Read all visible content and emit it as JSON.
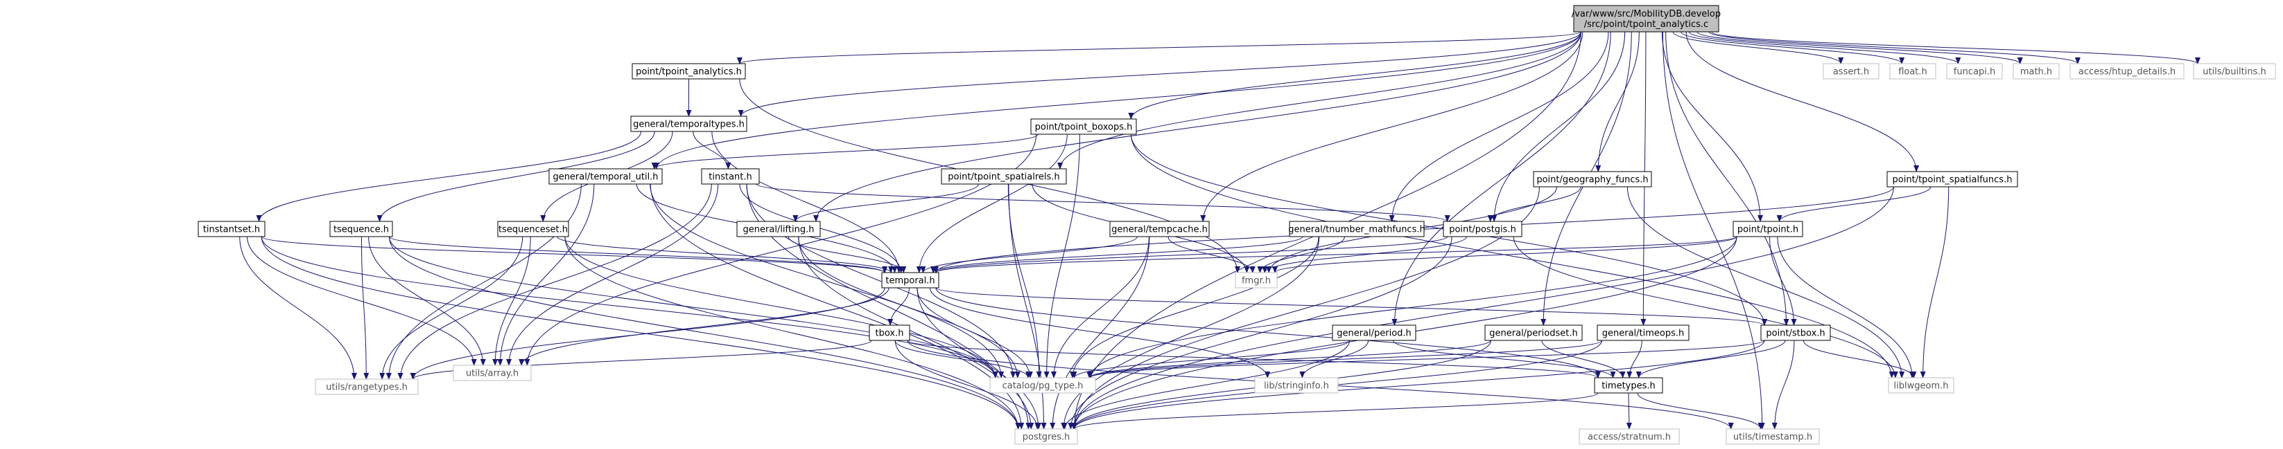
{
  "diagram": {
    "type": "include-dependency-graph",
    "root": "/var/www/src/MobilityDB.develop/src/point/tpoint_analytics.c",
    "root_lines": [
      "/var/www/src/MobilityDB.develop",
      "/src/point/tpoint_analytics.c"
    ],
    "colors": {
      "root_fill": "#bfbfbf",
      "node_fill": "#ffffff",
      "node_stroke": "#000000",
      "external_stroke": "#bfbfbf",
      "external_text": "#555555",
      "edge": "#191970"
    },
    "nodes": [
      {
        "id": "root",
        "label": "",
        "kind": "root"
      },
      {
        "id": "tpoint_analytics_h",
        "label": "point/tpoint_analytics.h",
        "kind": "local"
      },
      {
        "id": "temporaltypes_h",
        "label": "general/temporaltypes.h",
        "kind": "local"
      },
      {
        "id": "tpoint_boxops_h",
        "label": "point/tpoint_boxops.h",
        "kind": "local"
      },
      {
        "id": "temporal_util_h",
        "label": "general/temporal_util.h",
        "kind": "local"
      },
      {
        "id": "tinstant_h",
        "label": "tinstant.h",
        "kind": "local"
      },
      {
        "id": "tpoint_spatialrels_h",
        "label": "point/tpoint_spatialrels.h",
        "kind": "local"
      },
      {
        "id": "geography_funcs_h",
        "label": "point/geography_funcs.h",
        "kind": "local"
      },
      {
        "id": "tpoint_spatialfuncs_h",
        "label": "point/tpoint_spatialfuncs.h",
        "kind": "local"
      },
      {
        "id": "tinstantset_h",
        "label": "tinstantset.h",
        "kind": "local"
      },
      {
        "id": "tsequence_h",
        "label": "tsequence.h",
        "kind": "local"
      },
      {
        "id": "tsequenceset_h",
        "label": "tsequenceset.h",
        "kind": "local"
      },
      {
        "id": "lifting_h",
        "label": "general/lifting.h",
        "kind": "local"
      },
      {
        "id": "tempcache_h",
        "label": "general/tempcache.h",
        "kind": "local"
      },
      {
        "id": "tnumber_mathfuncs_h",
        "label": "general/tnumber_mathfuncs.h",
        "kind": "local"
      },
      {
        "id": "postgis_h",
        "label": "point/postgis.h",
        "kind": "local"
      },
      {
        "id": "tpoint_h",
        "label": "point/tpoint.h",
        "kind": "local"
      },
      {
        "id": "temporal_h",
        "label": "temporal.h",
        "kind": "local"
      },
      {
        "id": "fmgr_h",
        "label": "fmgr.h",
        "kind": "external"
      },
      {
        "id": "tbox_h",
        "label": "tbox.h",
        "kind": "local"
      },
      {
        "id": "period_h",
        "label": "general/period.h",
        "kind": "local"
      },
      {
        "id": "periodset_h",
        "label": "general/periodset.h",
        "kind": "local"
      },
      {
        "id": "timeops_h",
        "label": "general/timeops.h",
        "kind": "local"
      },
      {
        "id": "stbox_h",
        "label": "point/stbox.h",
        "kind": "local"
      },
      {
        "id": "array_h",
        "label": "utils/array.h",
        "kind": "external"
      },
      {
        "id": "rangetypes_h",
        "label": "utils/rangetypes.h",
        "kind": "external"
      },
      {
        "id": "pg_type_h",
        "label": "catalog/pg_type.h",
        "kind": "external"
      },
      {
        "id": "stringinfo_h",
        "label": "lib/stringinfo.h",
        "kind": "external"
      },
      {
        "id": "timetypes_h",
        "label": "timetypes.h",
        "kind": "local"
      },
      {
        "id": "liblwgeom_h",
        "label": "liblwgeom.h",
        "kind": "external"
      },
      {
        "id": "postgres_h",
        "label": "postgres.h",
        "kind": "external"
      },
      {
        "id": "stratnum_h",
        "label": "access/stratnum.h",
        "kind": "external"
      },
      {
        "id": "timestamp_h",
        "label": "utils/timestamp.h",
        "kind": "external"
      },
      {
        "id": "assert_h",
        "label": "assert.h",
        "kind": "external"
      },
      {
        "id": "float_h",
        "label": "float.h",
        "kind": "external"
      },
      {
        "id": "funcapi_h",
        "label": "funcapi.h",
        "kind": "external"
      },
      {
        "id": "math_h",
        "label": "math.h",
        "kind": "external"
      },
      {
        "id": "htup_details_h",
        "label": "access/htup_details.h",
        "kind": "external"
      },
      {
        "id": "builtins_h",
        "label": "utils/builtins.h",
        "kind": "external"
      }
    ],
    "edges": [
      [
        "root",
        "tpoint_analytics_h"
      ],
      [
        "root",
        "temporaltypes_h"
      ],
      [
        "root",
        "tpoint_boxops_h"
      ],
      [
        "root",
        "temporal_util_h"
      ],
      [
        "root",
        "tpoint_spatialrels_h"
      ],
      [
        "root",
        "lifting_h"
      ],
      [
        "root",
        "tempcache_h"
      ],
      [
        "root",
        "tnumber_mathfuncs_h"
      ],
      [
        "root",
        "postgis_h"
      ],
      [
        "root",
        "geography_funcs_h"
      ],
      [
        "root",
        "tpoint_spatialfuncs_h"
      ],
      [
        "root",
        "tpoint_h"
      ],
      [
        "root",
        "period_h"
      ],
      [
        "root",
        "periodset_h"
      ],
      [
        "root",
        "timeops_h"
      ],
      [
        "root",
        "stbox_h"
      ],
      [
        "root",
        "assert_h"
      ],
      [
        "root",
        "float_h"
      ],
      [
        "root",
        "funcapi_h"
      ],
      [
        "root",
        "math_h"
      ],
      [
        "root",
        "htup_details_h"
      ],
      [
        "root",
        "builtins_h"
      ],
      [
        "root",
        "timestamp_h"
      ],
      [
        "root",
        "postgres_h"
      ],
      [
        "tpoint_analytics_h",
        "temporaltypes_h"
      ],
      [
        "tpoint_analytics_h",
        "fmgr_h"
      ],
      [
        "temporaltypes_h",
        "tinstant_h"
      ],
      [
        "temporaltypes_h",
        "tinstantset_h"
      ],
      [
        "temporaltypes_h",
        "tsequence_h"
      ],
      [
        "temporaltypes_h",
        "tsequenceset_h"
      ],
      [
        "temporaltypes_h",
        "temporal_h"
      ],
      [
        "tinstant_h",
        "temporal_h"
      ],
      [
        "tinstant_h",
        "array_h"
      ],
      [
        "tinstant_h",
        "pg_type_h"
      ],
      [
        "tinstant_h",
        "postgres_h"
      ],
      [
        "tinstant_h",
        "rangetypes_h"
      ],
      [
        "tinstant_h",
        "postgis_h"
      ],
      [
        "tinstantset_h",
        "temporal_h"
      ],
      [
        "tinstantset_h",
        "array_h"
      ],
      [
        "tinstantset_h",
        "rangetypes_h"
      ],
      [
        "tinstantset_h",
        "pg_type_h"
      ],
      [
        "tinstantset_h",
        "postgres_h"
      ],
      [
        "tsequence_h",
        "temporal_h"
      ],
      [
        "tsequence_h",
        "array_h"
      ],
      [
        "tsequence_h",
        "rangetypes_h"
      ],
      [
        "tsequence_h",
        "pg_type_h"
      ],
      [
        "tsequence_h",
        "postgres_h"
      ],
      [
        "tsequenceset_h",
        "temporal_h"
      ],
      [
        "tsequenceset_h",
        "array_h"
      ],
      [
        "tsequenceset_h",
        "rangetypes_h"
      ],
      [
        "tsequenceset_h",
        "pg_type_h"
      ],
      [
        "tsequenceset_h",
        "postgres_h"
      ],
      [
        "temporal_h",
        "array_h"
      ],
      [
        "temporal_h",
        "tbox_h"
      ],
      [
        "temporal_h",
        "pg_type_h"
      ],
      [
        "temporal_h",
        "postgres_h"
      ],
      [
        "temporal_h",
        "rangetypes_h"
      ],
      [
        "temporal_h",
        "stringinfo_h"
      ],
      [
        "temporal_h",
        "timetypes_h"
      ],
      [
        "temporal_h",
        "stbox_h"
      ],
      [
        "tbox_h",
        "pg_type_h"
      ],
      [
        "tbox_h",
        "postgres_h"
      ],
      [
        "tbox_h",
        "rangetypes_h"
      ],
      [
        "tbox_h",
        "timetypes_h"
      ],
      [
        "tbox_h",
        "timestamp_h"
      ],
      [
        "tpoint_boxops_h",
        "temporal_util_h"
      ],
      [
        "tpoint_boxops_h",
        "temporal_h"
      ],
      [
        "tpoint_boxops_h",
        "pg_type_h"
      ],
      [
        "tpoint_boxops_h",
        "stbox_h"
      ],
      [
        "tpoint_boxops_h",
        "liblwgeom_h"
      ],
      [
        "tpoint_boxops_h",
        "array_h"
      ],
      [
        "temporal_util_h",
        "temporal_h"
      ],
      [
        "temporal_util_h",
        "pg_type_h"
      ],
      [
        "temporal_util_h",
        "postgres_h"
      ],
      [
        "temporal_util_h",
        "rangetypes_h"
      ],
      [
        "temporal_util_h",
        "array_h"
      ],
      [
        "tpoint_spatialrels_h",
        "lifting_h"
      ],
      [
        "tpoint_spatialrels_h",
        "pg_type_h"
      ],
      [
        "tpoint_spatialrels_h",
        "postgres_h"
      ],
      [
        "tpoint_spatialrels_h",
        "fmgr_h"
      ],
      [
        "lifting_h",
        "temporal_h"
      ],
      [
        "lifting_h",
        "pg_type_h"
      ],
      [
        "lifting_h",
        "postgres_h"
      ],
      [
        "tempcache_h",
        "temporal_h"
      ],
      [
        "tempcache_h",
        "pg_type_h"
      ],
      [
        "tempcache_h",
        "fmgr_h"
      ],
      [
        "tempcache_h",
        "postgres_h"
      ],
      [
        "tnumber_mathfuncs_h",
        "temporal_h"
      ],
      [
        "tnumber_mathfuncs_h",
        "fmgr_h"
      ],
      [
        "tnumber_mathfuncs_h",
        "pg_type_h"
      ],
      [
        "tnumber_mathfuncs_h",
        "postgres_h"
      ],
      [
        "postgis_h",
        "temporal_h"
      ],
      [
        "postgis_h",
        "fmgr_h"
      ],
      [
        "postgis_h",
        "liblwgeom_h"
      ],
      [
        "postgis_h",
        "postgres_h"
      ],
      [
        "geography_funcs_h",
        "postgis_h"
      ],
      [
        "geography_funcs_h",
        "fmgr_h"
      ],
      [
        "geography_funcs_h",
        "liblwgeom_h"
      ],
      [
        "geography_funcs_h",
        "postgres_h"
      ],
      [
        "tpoint_spatialfuncs_h",
        "tpoint_h"
      ],
      [
        "tpoint_spatialfuncs_h",
        "temporal_h"
      ],
      [
        "tpoint_spatialfuncs_h",
        "liblwgeom_h"
      ],
      [
        "tpoint_spatialfuncs_h",
        "postgres_h"
      ],
      [
        "tpoint_h",
        "temporal_h"
      ],
      [
        "tpoint_h",
        "fmgr_h"
      ],
      [
        "tpoint_h",
        "stbox_h"
      ],
      [
        "tpoint_h",
        "liblwgeom_h"
      ],
      [
        "tpoint_h",
        "pg_type_h"
      ],
      [
        "tpoint_h",
        "postgres_h"
      ],
      [
        "period_h",
        "pg_type_h"
      ],
      [
        "period_h",
        "timetypes_h"
      ],
      [
        "period_h",
        "stringinfo_h"
      ],
      [
        "period_h",
        "postgres_h"
      ],
      [
        "periodset_h",
        "pg_type_h"
      ],
      [
        "periodset_h",
        "timetypes_h"
      ],
      [
        "periodset_h",
        "postgres_h"
      ],
      [
        "timeops_h",
        "pg_type_h"
      ],
      [
        "timeops_h",
        "timetypes_h"
      ],
      [
        "timeops_h",
        "postgres_h"
      ],
      [
        "stbox_h",
        "pg_type_h"
      ],
      [
        "stbox_h",
        "timetypes_h"
      ],
      [
        "stbox_h",
        "liblwgeom_h"
      ],
      [
        "stbox_h",
        "postgres_h"
      ],
      [
        "stbox_h",
        "timestamp_h"
      ],
      [
        "timetypes_h",
        "postgres_h"
      ],
      [
        "timetypes_h",
        "stratnum_h"
      ],
      [
        "timetypes_h",
        "timestamp_h"
      ]
    ]
  }
}
